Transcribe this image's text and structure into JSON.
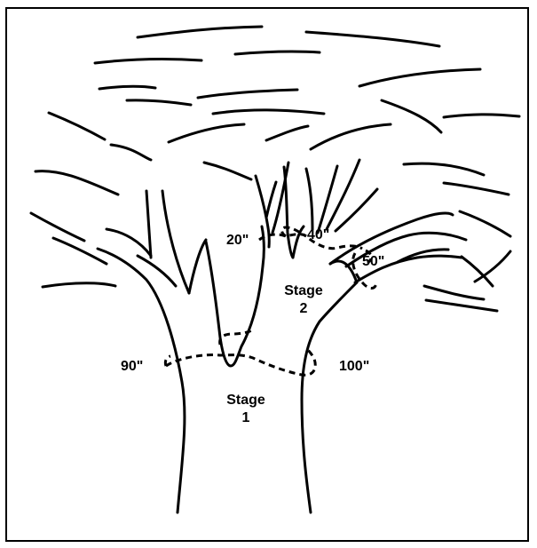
{
  "labels": {
    "m90": "90\"",
    "m100": "100\"",
    "m20": "20\"",
    "m40": "40\"",
    "m50": "50\"",
    "stage1_word": "Stage",
    "stage1_num": "1",
    "stage2_word": "Stage",
    "stage2_num": "2"
  },
  "colors": {
    "line": "#000000",
    "background": "#ffffff"
  }
}
